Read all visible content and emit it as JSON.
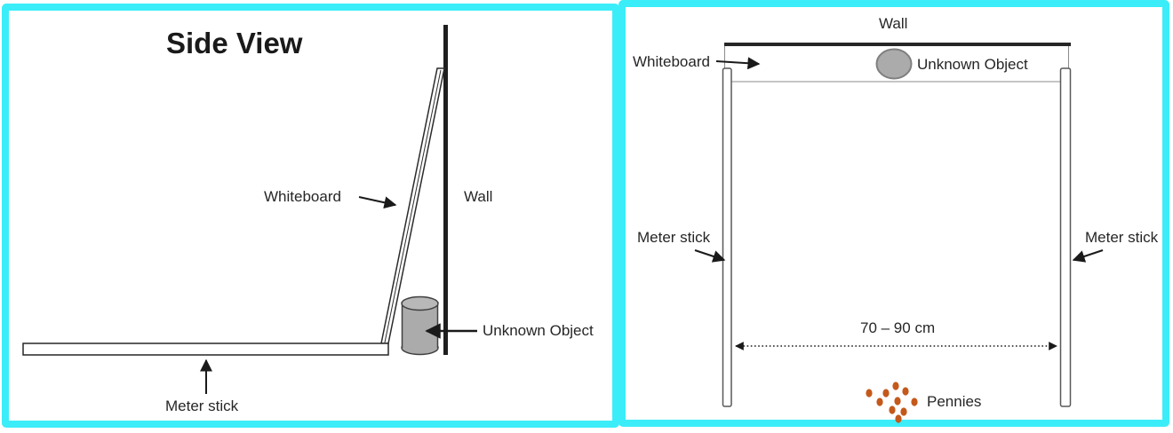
{
  "left_panel": {
    "title": "Side View",
    "labels": {
      "whiteboard": "Whiteboard",
      "wall": "Wall",
      "unknown_object": "Unknown Object",
      "meter_stick": "Meter stick"
    }
  },
  "right_panel": {
    "labels": {
      "wall": "Wall",
      "whiteboard": "Whiteboard",
      "unknown_object": "Unknown Object",
      "meter_stick_left": "Meter stick",
      "meter_stick_right": "Meter stick",
      "distance": "70 – 90 cm",
      "pennies": "Pennies"
    }
  },
  "colors": {
    "frame": "#3BEDF8",
    "penny": "#C4591B",
    "object_fill": "#ABABAB",
    "line": "#262626"
  }
}
